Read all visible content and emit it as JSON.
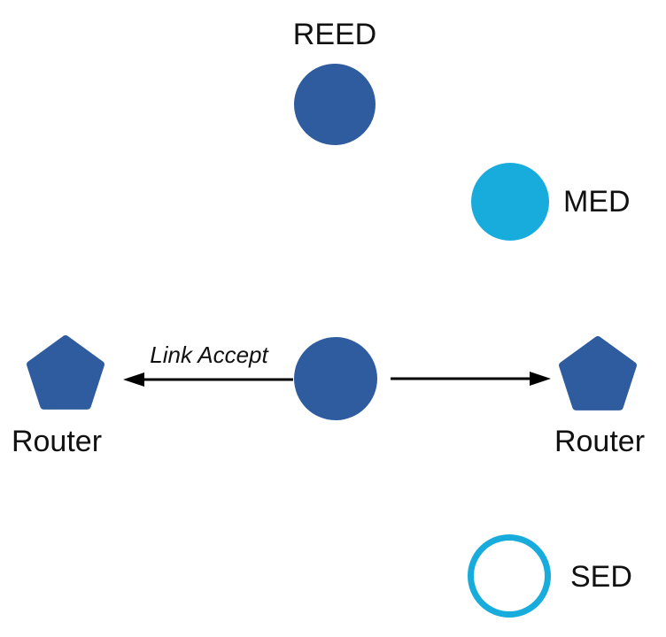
{
  "palette": {
    "node_blue": "#2E5C9E",
    "node_cyan": "#17ACDB",
    "arrow_black": "#000000",
    "label_text": "#111111",
    "background": "#FFFFFF"
  },
  "nodes": {
    "reed": {
      "label": "REED",
      "shape": "filled-circle",
      "color": "#2E5C9E"
    },
    "med": {
      "label": "MED",
      "shape": "filled-circle",
      "color": "#17ACDB"
    },
    "center": {
      "label": "",
      "shape": "filled-circle",
      "color": "#2E5C9E"
    },
    "router_left": {
      "label": "Router",
      "shape": "pentagon",
      "color": "#2E5C9E"
    },
    "router_right": {
      "label": "Router",
      "shape": "pentagon",
      "color": "#2E5C9E"
    },
    "sed": {
      "label": "SED",
      "shape": "outlined-circle",
      "color": "#17ACDB"
    }
  },
  "edges": {
    "link_accept_label": "Link Accept",
    "left_arrow": {
      "from": "center",
      "to": "router_left"
    },
    "right_arrow": {
      "from": "center",
      "to": "router_right"
    }
  }
}
